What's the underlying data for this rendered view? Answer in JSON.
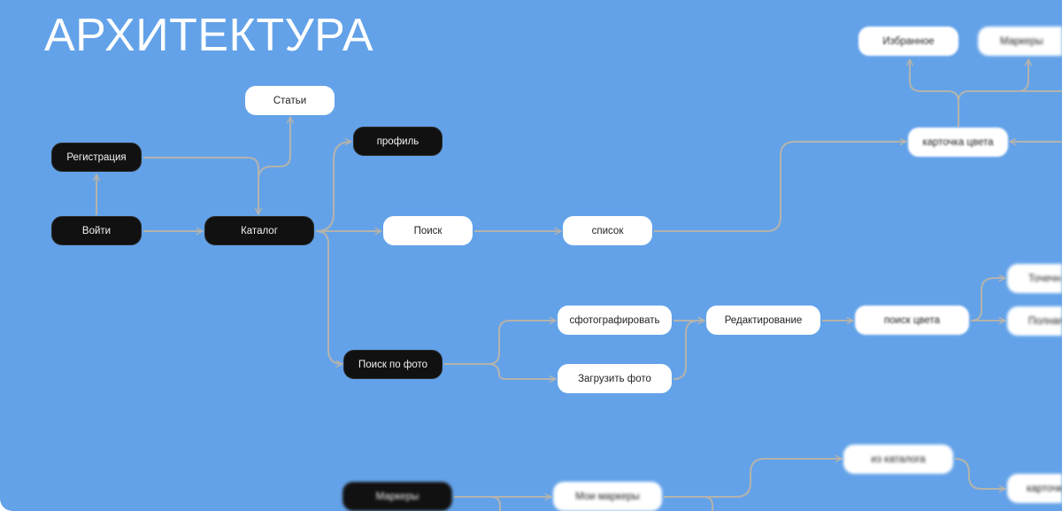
{
  "title": "АРХИТЕКТУРА",
  "colors": {
    "background": "#63a2e8",
    "edge": "#b5b3ac",
    "dark_node": "#111111",
    "light_node": "#ffffff"
  },
  "nodes": {
    "registration": "Регистрация",
    "login": "Войти",
    "catalog": "Каталог",
    "articles": "Статьи",
    "profile": "профиль",
    "search": "Поиск",
    "list": "список",
    "color_card": "карточка цвета",
    "favorites": "Избранное",
    "markers_top": "Маркеры",
    "photo_search": "Поиск по фото",
    "take_photo": "сфотографировать",
    "upload_photo": "Загрузить фото",
    "editing": "Редактирование",
    "color_search": "поиск цвета",
    "point": "Точечн",
    "full": "Полная",
    "from_catalog": "из каталога",
    "card_bottom": "карточк",
    "markers_bottom": "Маркеры",
    "my_markers": "Мои маркеры"
  }
}
